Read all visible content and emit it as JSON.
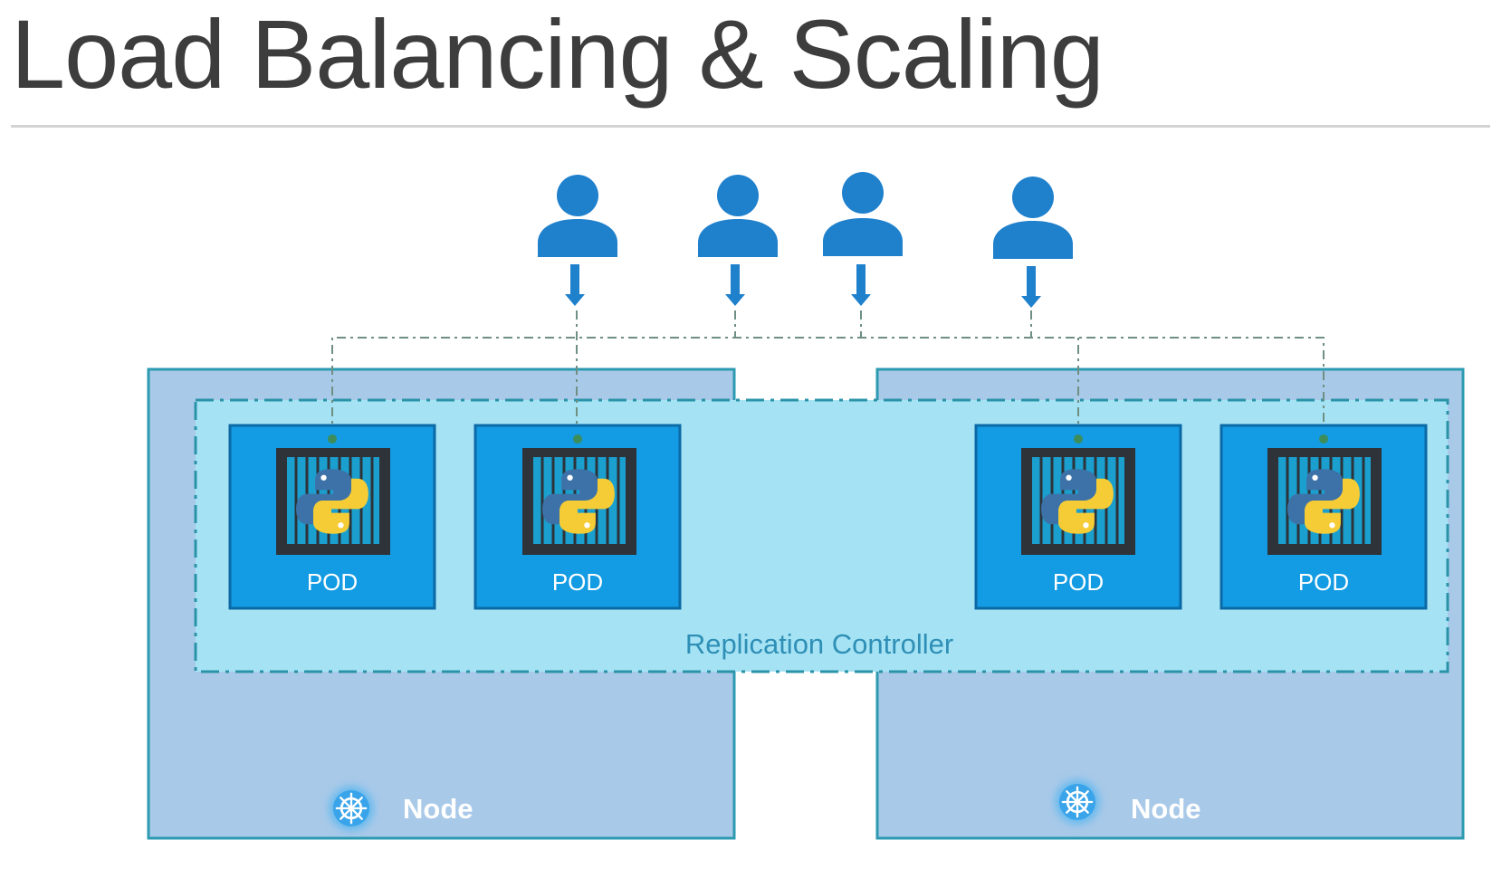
{
  "slide": {
    "title": "Load Balancing & Scaling"
  },
  "diagram": {
    "users": [
      {
        "icon": "user-icon"
      },
      {
        "icon": "user-icon"
      },
      {
        "icon": "user-icon"
      },
      {
        "icon": "user-icon"
      }
    ],
    "pods": [
      {
        "label": "POD",
        "icon": "python-container-icon"
      },
      {
        "label": "POD",
        "icon": "python-container-icon"
      },
      {
        "label": "POD",
        "icon": "python-container-icon"
      },
      {
        "label": "POD",
        "icon": "python-container-icon"
      }
    ],
    "replication_controller_label": "Replication Controller",
    "nodes": [
      {
        "label": "Node",
        "icon": "kubernetes-helm-icon"
      },
      {
        "label": "Node",
        "icon": "kubernetes-helm-icon"
      }
    ]
  },
  "colors": {
    "node_fill": "#a9c9e8",
    "node_border": "#2c9ab0",
    "rc_fill": "#a5e3f4",
    "rc_border": "#2a93a8",
    "pod_fill": "#139be3",
    "pod_border": "#0b6aa6",
    "user_blue": "#1f80cc",
    "title_text": "#3d3d3d"
  }
}
